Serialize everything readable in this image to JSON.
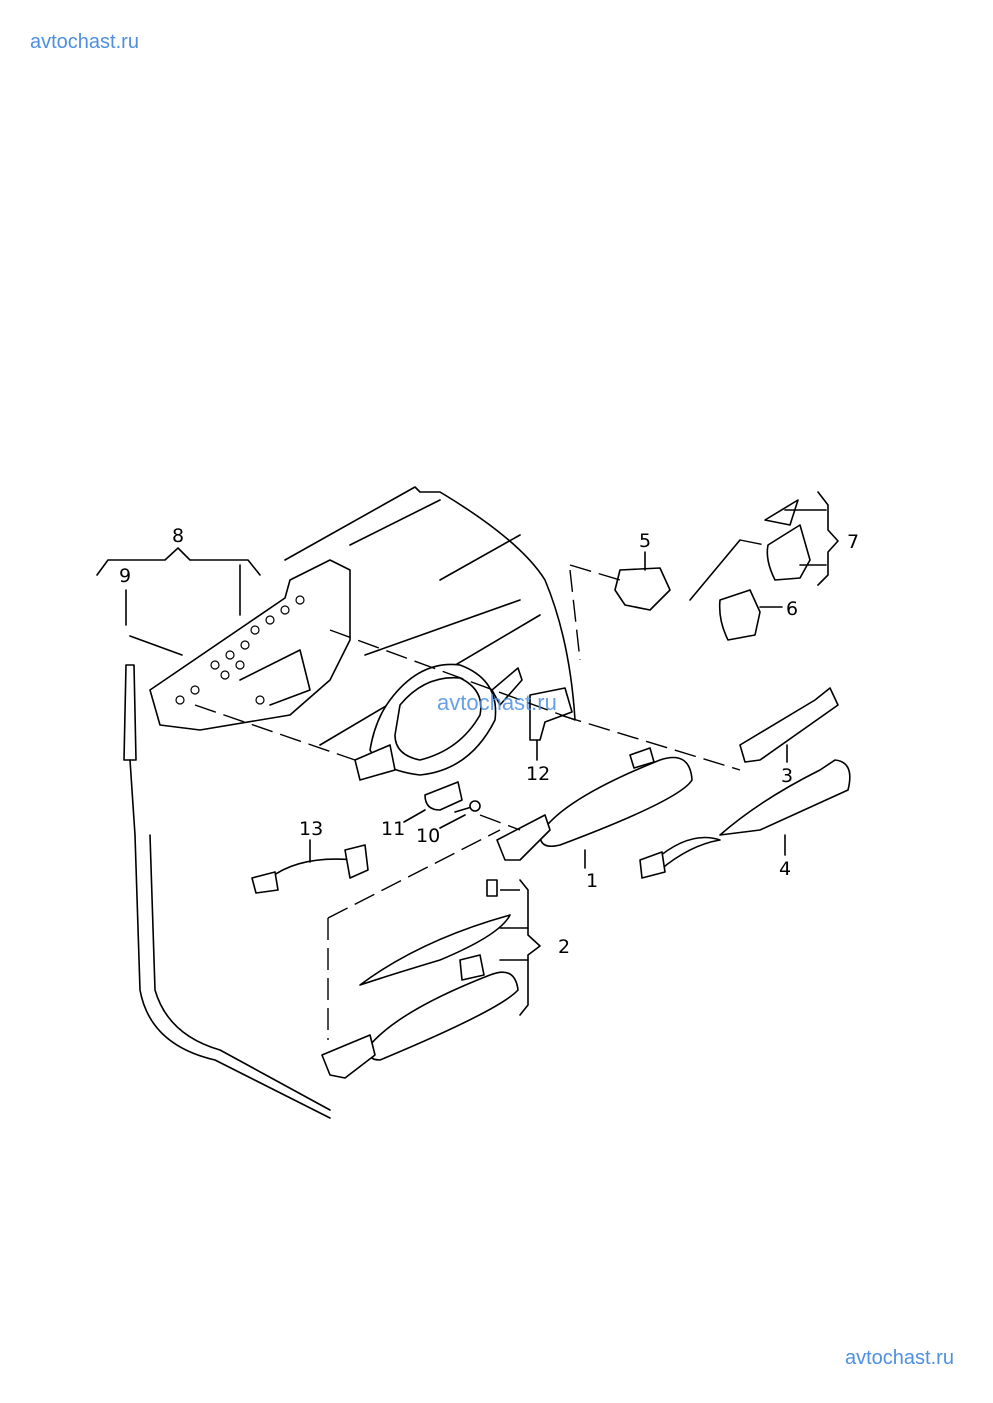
{
  "watermark": "avtochast.ru",
  "diagram": {
    "callouts": {
      "c1": "1",
      "c2": "2",
      "c3": "3",
      "c4": "4",
      "c5": "5",
      "c6": "6",
      "c7": "7",
      "c8": "8",
      "c9": "9",
      "c10": "10",
      "c11": "11",
      "c12": "12",
      "c13": "13"
    }
  },
  "colors": {
    "watermark": "#4f8fe0",
    "line": "#000000",
    "background": "#ffffff"
  }
}
